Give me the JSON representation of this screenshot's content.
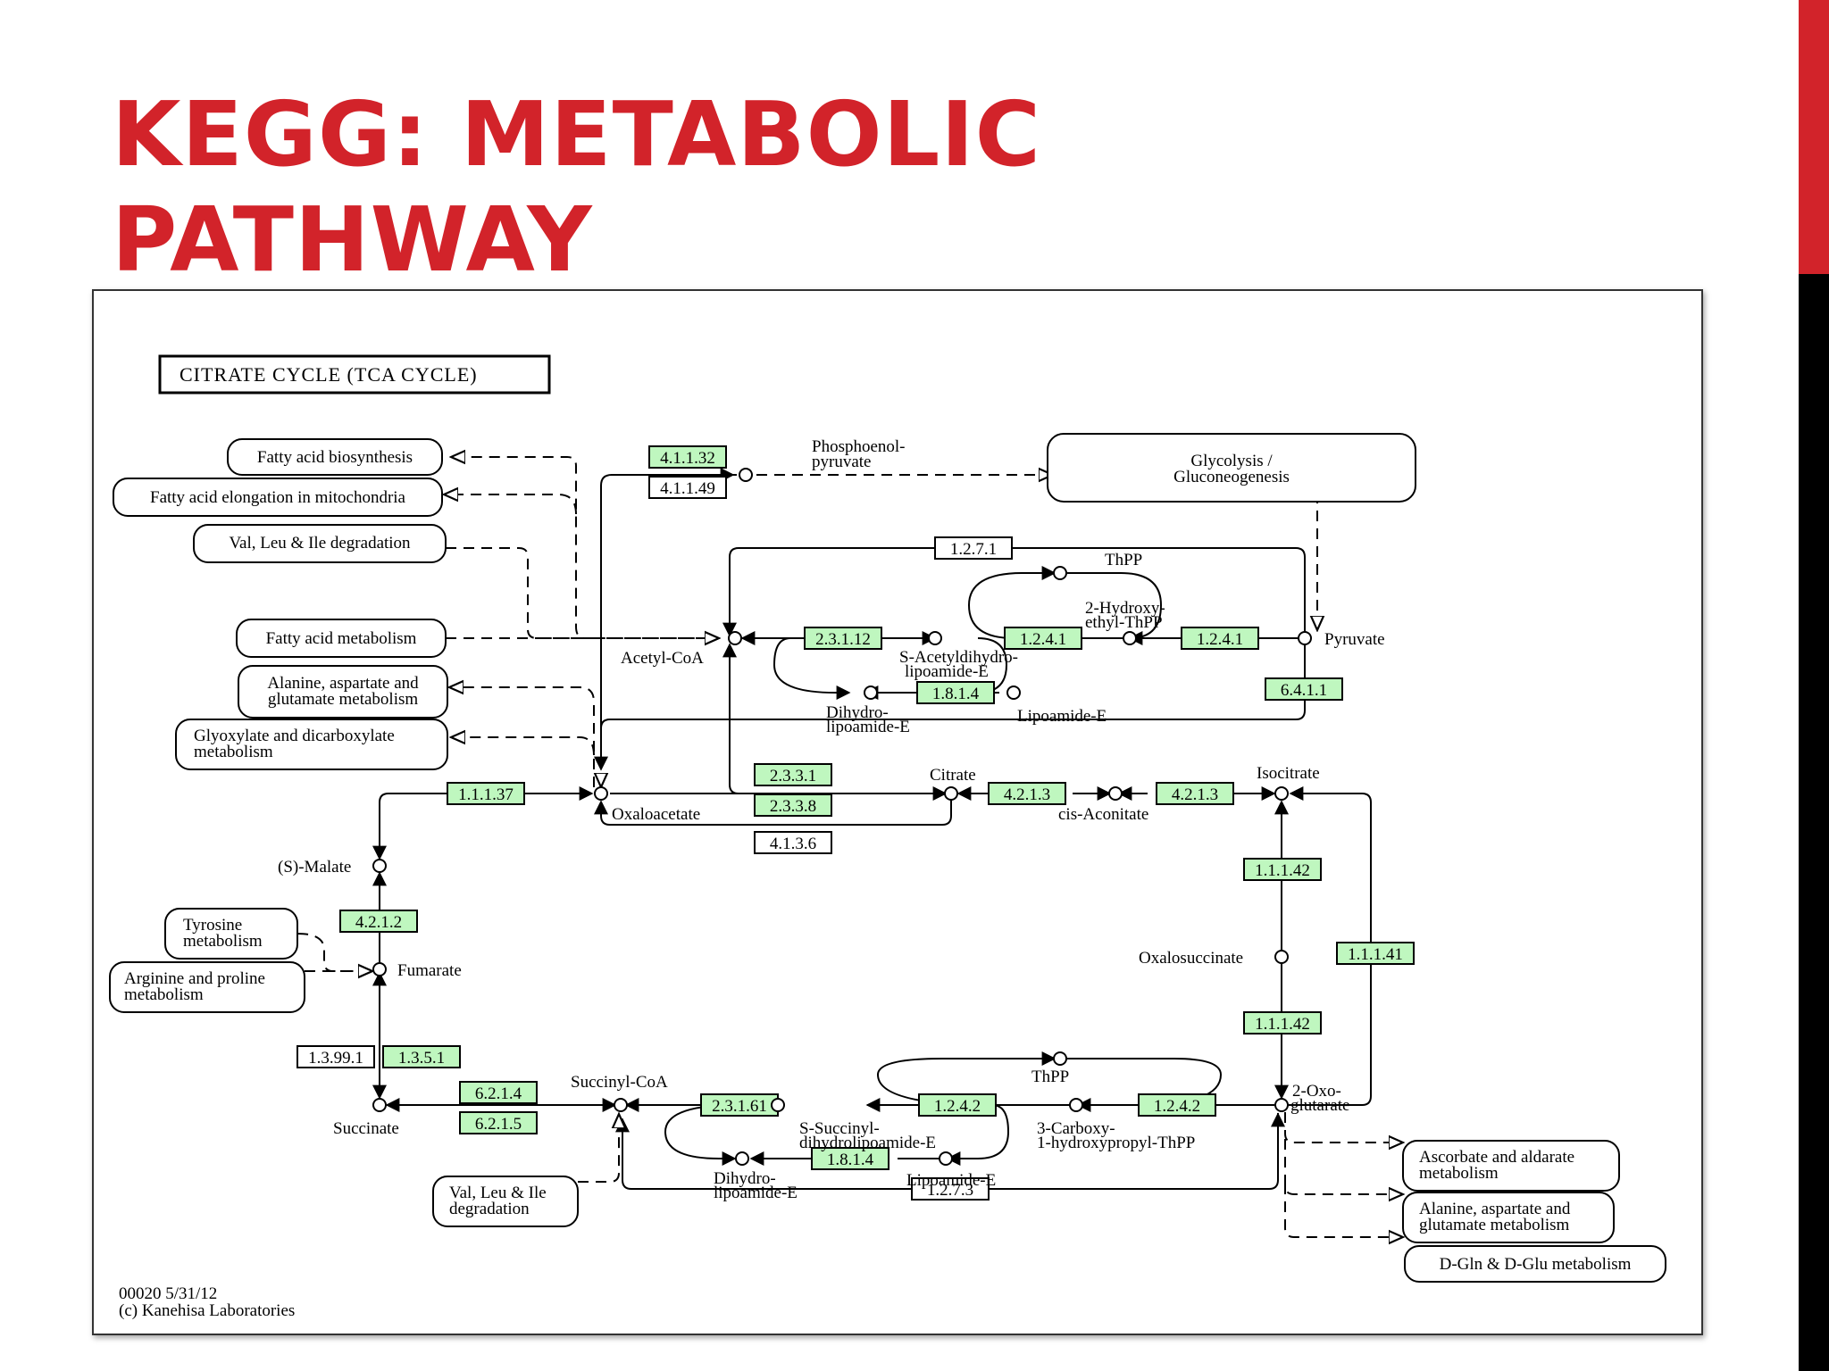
{
  "title": [
    "KEGG: METABOLIC",
    "PATHWAY"
  ],
  "colors": {
    "title": "#d2232a",
    "enzyme_fill": "#bff7bf",
    "accent_bar_top": "#d2232a",
    "accent_bar_bottom": "#000000"
  },
  "map": {
    "title": "CITRATE  CYCLE (TCA CYCLE)",
    "footer": [
      "00020 5/31/12",
      "(c) Kanehisa Laboratories"
    ],
    "compounds": {
      "pep": [
        "Phosphoenol-",
        "pyruvate"
      ],
      "acetylcoa": [
        "Acetyl-CoA"
      ],
      "thpp1": [
        "ThPP"
      ],
      "hydroxyethyl": [
        "2-Hydroxy-",
        "ethyl-ThPP"
      ],
      "pyruvate": [
        "Pyruvate"
      ],
      "sacetyl": [
        "S-Acetyldihydro-",
        "lipoamide-E"
      ],
      "dihydro1": [
        "Dihydro-",
        "lipoamide-E"
      ],
      "lipoamide1": [
        "Lipoamide-E"
      ],
      "oxaloacetate": [
        "Oxaloacetate"
      ],
      "citrate": [
        "Citrate"
      ],
      "cisaconitate": [
        "cis-Aconitate"
      ],
      "isocitrate": [
        "Isocitrate"
      ],
      "malate": [
        "(S)-Malate"
      ],
      "fumarate": [
        "Fumarate"
      ],
      "oxalosuccinate": [
        "Oxalosuccinate"
      ],
      "succinate": [
        "Succinate"
      ],
      "succinylcoa": [
        "Succinyl-CoA"
      ],
      "ssuccinyl": [
        "S-Succinyl-",
        "dihydrolipoamide-E"
      ],
      "dihydro2": [
        "Dihydro-",
        "lipoamide-E"
      ],
      "lipoamide2": [
        "Lipoamide-E"
      ],
      "thpp2": [
        "ThPP"
      ],
      "carboxy": [
        "3-Carboxy-",
        "1-hydroxypropyl-ThPP"
      ],
      "oxoglutarate": [
        "2-Oxo-",
        "glutarate"
      ]
    },
    "pathways": {
      "glycolysis": [
        "Glycolysis /",
        "Gluconeogenesis"
      ],
      "fa_biosynthesis": [
        "Fatty acid biosynthesis"
      ],
      "fa_elongation": [
        "Fatty acid elongation in mitochondria"
      ],
      "vli_degradation1": [
        "Val, Leu & Ile degradation"
      ],
      "fa_metabolism": [
        "Fatty acid metabolism"
      ],
      "ala_asp_glu1": [
        "Alanine, aspartate and",
        "glutamate metabolism"
      ],
      "glyoxylate": [
        "Glyoxylate and dicarboxylate",
        "metabolism"
      ],
      "tyrosine": [
        "Tyrosine",
        "metabolism"
      ],
      "arg_pro": [
        "Arginine and proline",
        "metabolism"
      ],
      "vli_degradation2": [
        "Val, Leu & Ile",
        "degradation"
      ],
      "ascorbate": [
        "Ascorbate and aldarate",
        "metabolism"
      ],
      "ala_asp_glu2": [
        "Alanine, aspartate and",
        "glutamate metabolism"
      ],
      "dgln_dglu": [
        "D-Gln & D-Glu metabolism"
      ]
    },
    "enzymes": {
      "e_4_1_1_32": "4.1.1.32",
      "e_4_1_1_49": "4.1.1.49",
      "e_1_2_7_1": "1.2.7.1",
      "e_2_3_1_12": "2.3.1.12",
      "e_1_2_4_1a": "1.2.4.1",
      "e_1_2_4_1b": "1.2.4.1",
      "e_1_8_1_4a": "1.8.1.4",
      "e_6_4_1_1": "6.4.1.1",
      "e_1_1_1_37": "1.1.1.37",
      "e_2_3_3_1": "2.3.3.1",
      "e_2_3_3_8": "2.3.3.8",
      "e_4_1_3_6": "4.1.3.6",
      "e_4_2_1_3a": "4.2.1.3",
      "e_4_2_1_3b": "4.2.1.3",
      "e_1_1_1_42a": "1.1.1.42",
      "e_1_1_1_42b": "1.1.1.42",
      "e_1_1_1_41": "1.1.1.41",
      "e_4_2_1_2": "4.2.1.2",
      "e_1_3_99_1": "1.3.99.1",
      "e_1_3_5_1": "1.3.5.1",
      "e_6_2_1_4": "6.2.1.4",
      "e_6_2_1_5": "6.2.1.5",
      "e_2_3_1_61": "2.3.1.61",
      "e_1_2_4_2a": "1.2.4.2",
      "e_1_2_4_2b": "1.2.4.2",
      "e_1_8_1_4b": "1.8.1.4",
      "e_1_2_7_3": "1.2.7.3"
    }
  }
}
